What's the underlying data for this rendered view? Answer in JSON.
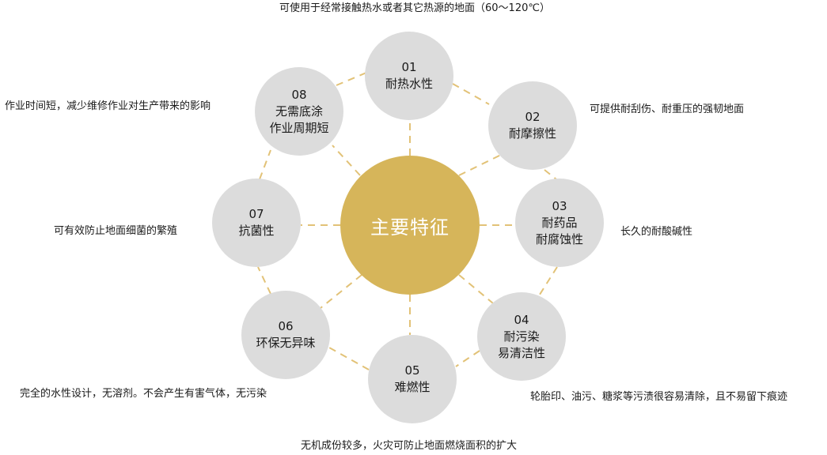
{
  "center_label": "主要特征",
  "colors": {
    "center": "#d6b55a",
    "node": "#dcdcdc",
    "connector": "#e2c277"
  },
  "features": [
    {
      "number": "01",
      "title": "耐热水性",
      "description": "可使用于经常接触热水或者其它热源的地面（60～120℃）"
    },
    {
      "number": "02",
      "title": "耐摩擦性",
      "description": "可提供耐刮伤、耐重压的强韧地面"
    },
    {
      "number": "03",
      "title": "耐药品\n耐腐蚀性",
      "description": "长久的耐酸碱性"
    },
    {
      "number": "04",
      "title": "耐污染\n易清洁性",
      "description": "轮胎印、油污、糖浆等污渍很容易清除，且不易留下痕迹"
    },
    {
      "number": "05",
      "title": "难燃性",
      "description": "无机成份较多，火灾可防止地面燃烧面积的扩大"
    },
    {
      "number": "06",
      "title": "环保无异味",
      "description": "完全的水性设计，无溶剂。不会产生有害气体，无污染"
    },
    {
      "number": "07",
      "title": "抗菌性",
      "description": "可有效防止地面细菌的繁殖"
    },
    {
      "number": "08",
      "title": "无需底涂\n作业周期短",
      "description": "作业时间短，减少维修作业对生产带来的影响"
    }
  ]
}
